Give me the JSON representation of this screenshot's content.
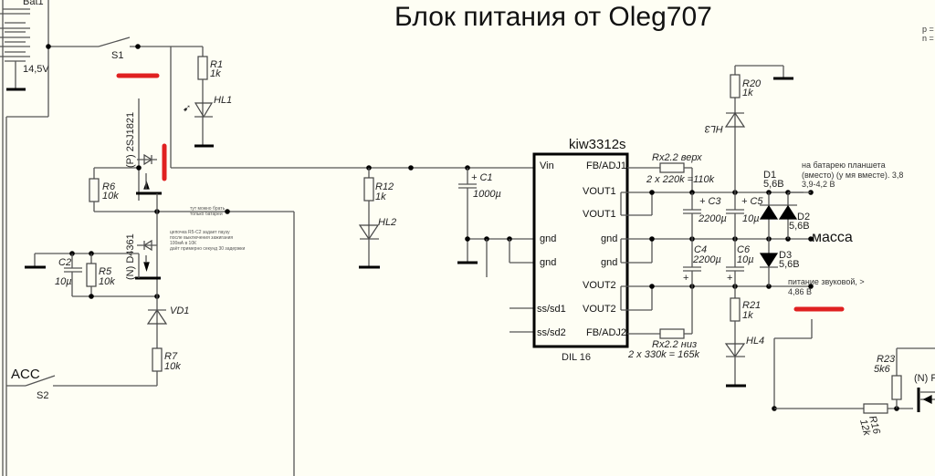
{
  "title": "Блок питания от Oleg707",
  "corner_text": [
    "p =",
    "n ="
  ],
  "battery": {
    "name": "Bat1",
    "voltage": "14,5V"
  },
  "switches": [
    {
      "id": "S1",
      "label": "S1"
    },
    {
      "id": "S2",
      "label": "S2",
      "caption": "ACC"
    }
  ],
  "transistors": [
    {
      "id": "Q1",
      "label": "(P) 2SJ1821"
    },
    {
      "id": "Q2",
      "label": "(N) D4361"
    },
    {
      "id": "Q3",
      "label": "(N) F"
    }
  ],
  "resistors": [
    {
      "id": "R1",
      "name": "R1",
      "value": "1k"
    },
    {
      "id": "R5",
      "name": "R5",
      "value": "10k"
    },
    {
      "id": "R6",
      "name": "R6",
      "value": "10k"
    },
    {
      "id": "R7",
      "name": "R7",
      "value": "10k"
    },
    {
      "id": "R12",
      "name": "R12",
      "value": "1k"
    },
    {
      "id": "R20",
      "name": "R20",
      "value": "1k"
    },
    {
      "id": "R21",
      "name": "R21",
      "value": "1k"
    },
    {
      "id": "R23",
      "name": "R23",
      "value": "5k6"
    },
    {
      "id": "R16",
      "name": "R16",
      "value": "12k"
    },
    {
      "id": "Rup",
      "name": "Rx2.2 верх",
      "value": "2 x 220k =110k"
    },
    {
      "id": "Rdn",
      "name": "Rx2.2 низ",
      "value": "2 x 330k = 165k"
    }
  ],
  "capacitors": [
    {
      "id": "C1",
      "name": "C1",
      "value": "1000µ"
    },
    {
      "id": "C2",
      "name": "C2",
      "value": "10µ"
    },
    {
      "id": "C3",
      "name": "C3",
      "value": "2200µ"
    },
    {
      "id": "C4",
      "name": "C4",
      "value": "2200µ"
    },
    {
      "id": "C5",
      "name": "C5",
      "value": "10µ"
    },
    {
      "id": "C6",
      "name": "C6",
      "value": "10µ"
    }
  ],
  "leds": [
    "HL1",
    "HL2",
    "HL3",
    "HL4"
  ],
  "diodes": [
    {
      "id": "VD1",
      "name": "VD1"
    },
    {
      "id": "D1",
      "name": "D1",
      "value": "5,6B"
    },
    {
      "id": "D2",
      "name": "D2",
      "value": "5,6B"
    },
    {
      "id": "D3",
      "name": "D3",
      "value": "5,6B"
    }
  ],
  "ic": {
    "name": "kiw3312s",
    "package": "DIL 16",
    "left_pins": [
      "Vin",
      "gnd",
      "gnd",
      "ss/sd1",
      "ss/sd2"
    ],
    "right_pins": [
      "FB/ADJ1",
      "VOUT1",
      "VOUT1",
      "gnd",
      "gnd",
      "VOUT2",
      "VOUT2",
      "FB/ADJ2"
    ]
  },
  "notes": {
    "tablet_battery": [
      "на батарею планшета",
      "(вместо) (у мя вместе).  3,8",
      "3,9-4,2 B"
    ],
    "ground": "масса",
    "sound_supply": [
      "питание звуковой, >",
      "4,86 B"
    ],
    "tiny_note_1": [
      "тут можно брать",
      "только батареи"
    ],
    "tiny_note_2": [
      "цепочка R5-C2 задает паузу",
      "после выключения зажигания",
      "100мА в 10К",
      "даёт примерно секунд 30 задержки"
    ]
  }
}
